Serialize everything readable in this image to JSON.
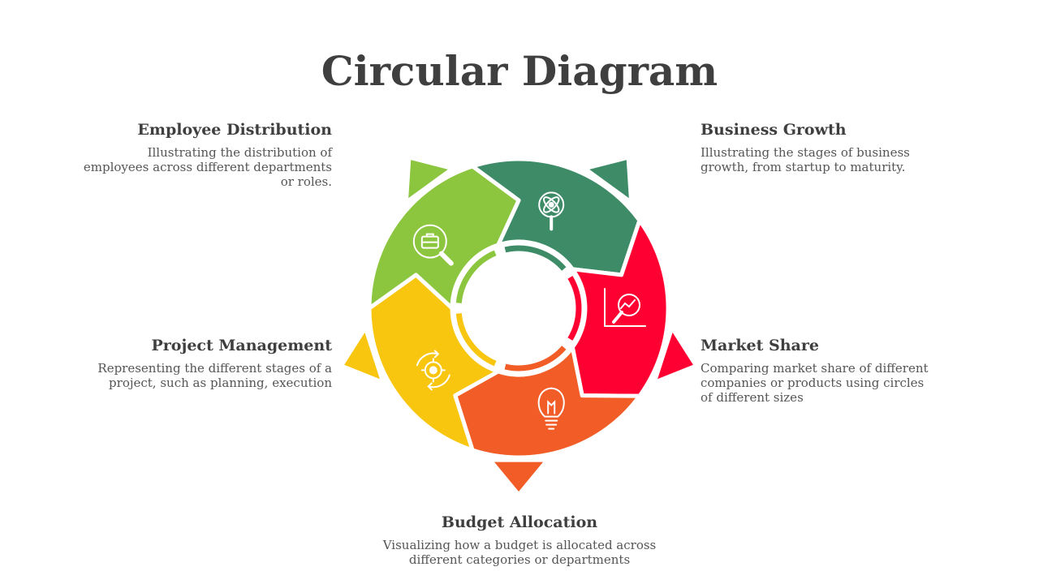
{
  "title": "Circular Diagram",
  "segments": [
    {
      "id": "employee",
      "heading": "Employee Distribution",
      "text": "Illustrating the distribution of employees across different departments or roles.",
      "color": "#3e8b68",
      "icon": "atom-magnifier-icon"
    },
    {
      "id": "business",
      "heading": "Business Growth",
      "text": "Illustrating the stages of business growth, from startup to maturity.",
      "color": "#ff0033",
      "icon": "chart-magnifier-icon"
    },
    {
      "id": "market",
      "heading": "Market Share",
      "text": "Comparing market share of different companies or products using circles of different sizes",
      "color": "#f25c26",
      "icon": "lightbulb-icon"
    },
    {
      "id": "budget",
      "heading": "Budget Allocation",
      "text": "Visualizing how a budget is allocated across different categories or departments",
      "color": "#f8c50f",
      "icon": "gear-cycle-icon"
    },
    {
      "id": "project",
      "heading": "Project Management",
      "text": "Representing the different stages of a project, such as planning, execution",
      "color": "#8cc63f",
      "icon": "briefcase-magnifier-icon"
    }
  ]
}
